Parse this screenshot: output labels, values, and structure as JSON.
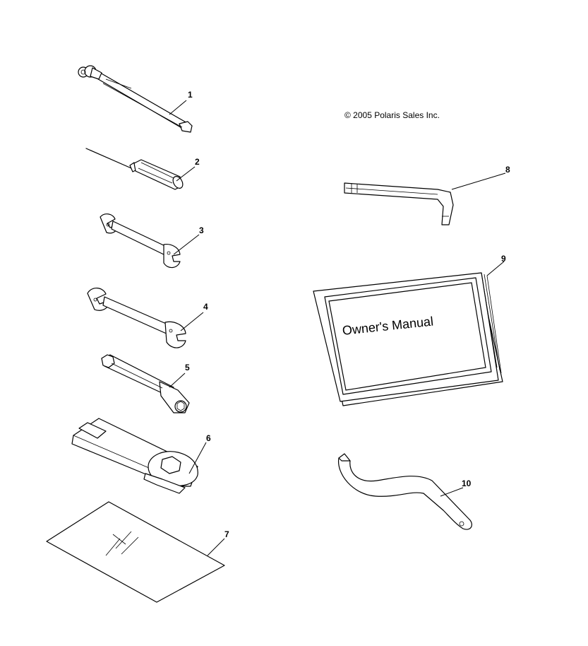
{
  "copyright": "© 2005 Polaris Sales Inc.",
  "manual_cover_text": "Owner's Manual",
  "callouts": [
    "1",
    "2",
    "3",
    "4",
    "5",
    "6",
    "7",
    "8",
    "9",
    "10"
  ]
}
